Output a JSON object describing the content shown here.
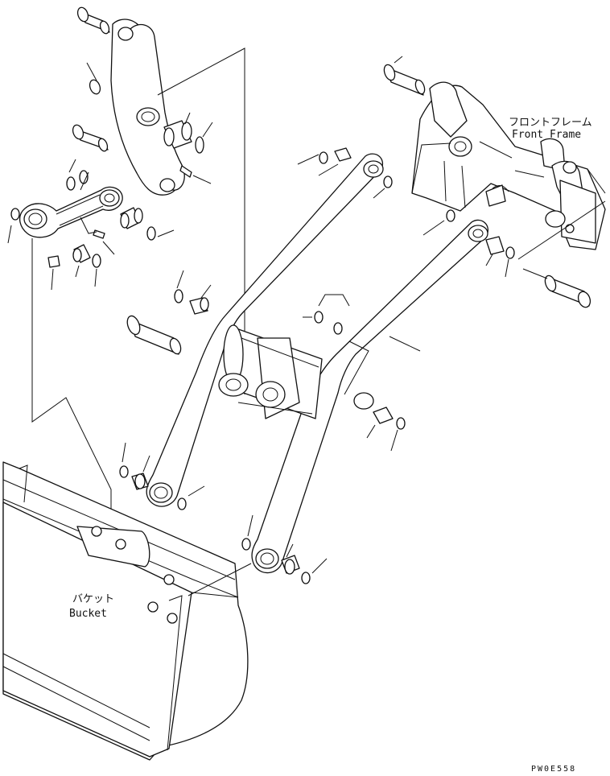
{
  "labels": {
    "front_frame_jp": "フロントフレーム",
    "front_frame_en": "Front Frame",
    "bucket_jp": "バケット",
    "bucket_en": "Bucket"
  },
  "drawing_code": "PW0E558"
}
